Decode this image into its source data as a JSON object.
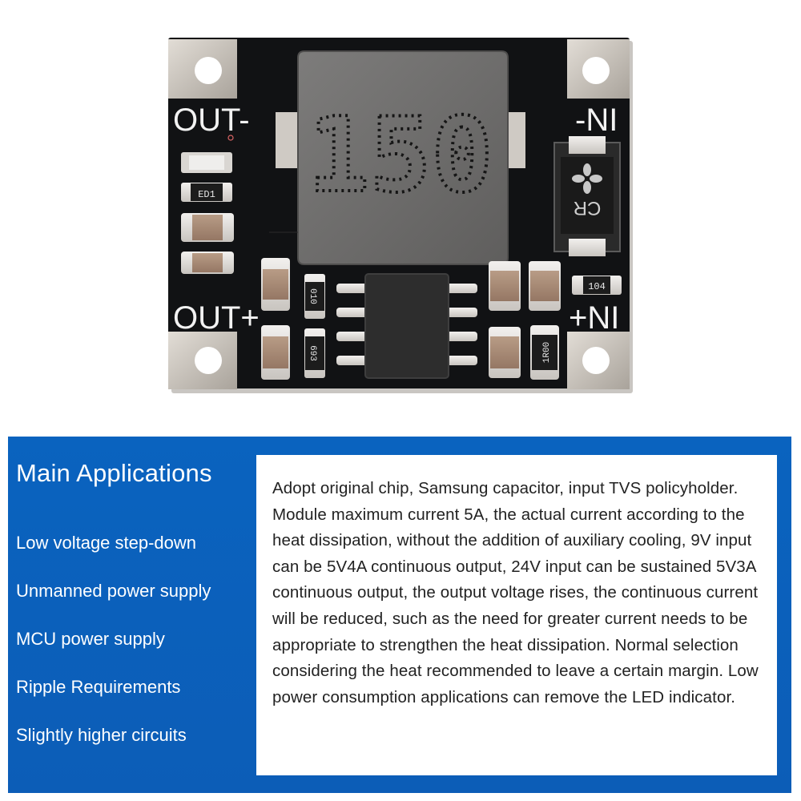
{
  "board": {
    "inductor_marking": "150",
    "labels": {
      "out_minus": "OUT-",
      "out_plus": "OUT+",
      "in_minus": "-NI",
      "in_plus": "+NI"
    },
    "component_markings": {
      "led": "ED1",
      "diode": "CR",
      "cap_top_right": "104",
      "res_small": "010",
      "res_lower": "693",
      "res_sense": "1R00"
    },
    "colors": {
      "pcb": "#111214",
      "pad": "#c9c3bb",
      "inductor": "#6f6e6d",
      "chip": "#2d2d2d",
      "silkscreen": "#f2f2f2"
    }
  },
  "panel": {
    "title": "Main Applications",
    "applications": [
      "Low voltage step-down",
      "Unmanned power supply",
      "MCU power supply",
      "Ripple Requirements",
      "Slightly higher circuits"
    ],
    "description": "Adopt original chip, Samsung capacitor, input TVS policyholder. Module maximum current 5A, the actual current according to the heat dissipation, without the addition of auxiliary cooling, 9V input can be 5V4A continuous output, 24V input can be sustained 5V3A continuous output, the output voltage rises, the continuous current will be reduced, such as the need for greater current needs to be appropriate to strengthen the heat dissipation. Normal selection considering the heat recommended to leave a certain margin. Low power consumption applications can remove the LED indicator.",
    "colors": {
      "background": "#0a63bf",
      "text_box": "#ffffff"
    }
  }
}
